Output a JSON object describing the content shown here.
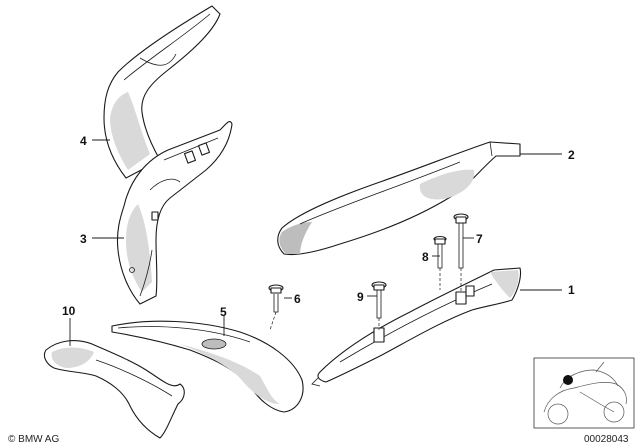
{
  "callouts": [
    {
      "id": "1",
      "label": "1"
    },
    {
      "id": "2",
      "label": "2"
    },
    {
      "id": "3",
      "label": "3"
    },
    {
      "id": "4",
      "label": "4"
    },
    {
      "id": "5",
      "label": "5"
    },
    {
      "id": "6",
      "label": "6"
    },
    {
      "id": "7",
      "label": "7"
    },
    {
      "id": "8",
      "label": "8"
    },
    {
      "id": "9",
      "label": "9"
    },
    {
      "id": "10",
      "label": "10"
    }
  ],
  "footer": {
    "copyright": "© BMW AG",
    "diagram_number": "00028043"
  }
}
